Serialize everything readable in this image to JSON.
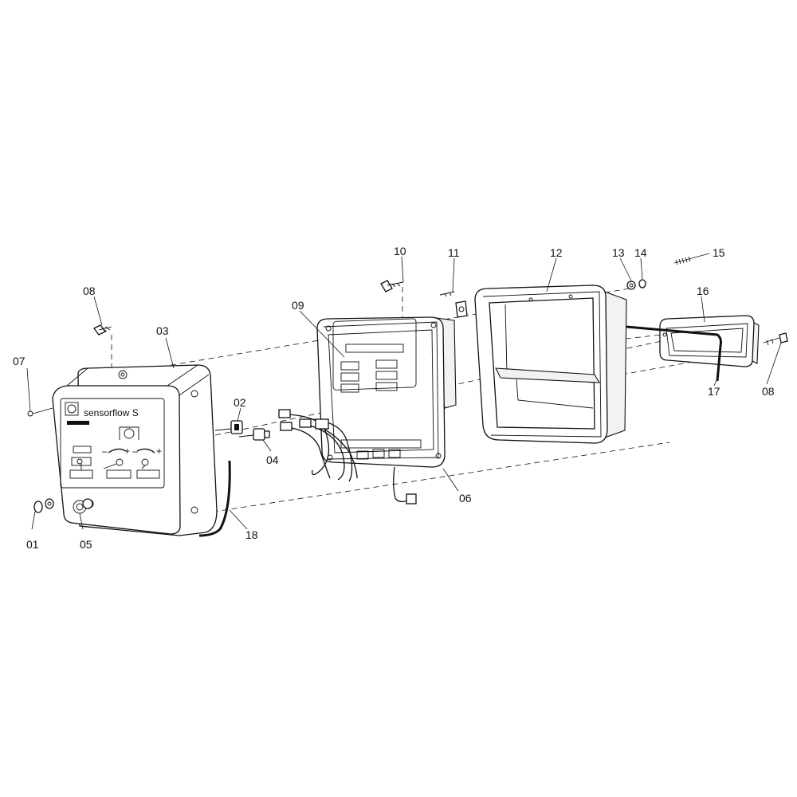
{
  "diagram": {
    "brand_label": "sensorflow S",
    "callouts": {
      "p01": "01",
      "p02": "02",
      "p03": "03",
      "p04": "04",
      "p05": "05",
      "p06": "06",
      "p07": "07",
      "p08a": "08",
      "p08b": "08",
      "p09": "09",
      "p10": "10",
      "p11": "11",
      "p12": "12",
      "p13": "13",
      "p14": "14",
      "p15": "15",
      "p16": "16",
      "p17": "17",
      "p18": "18"
    }
  }
}
